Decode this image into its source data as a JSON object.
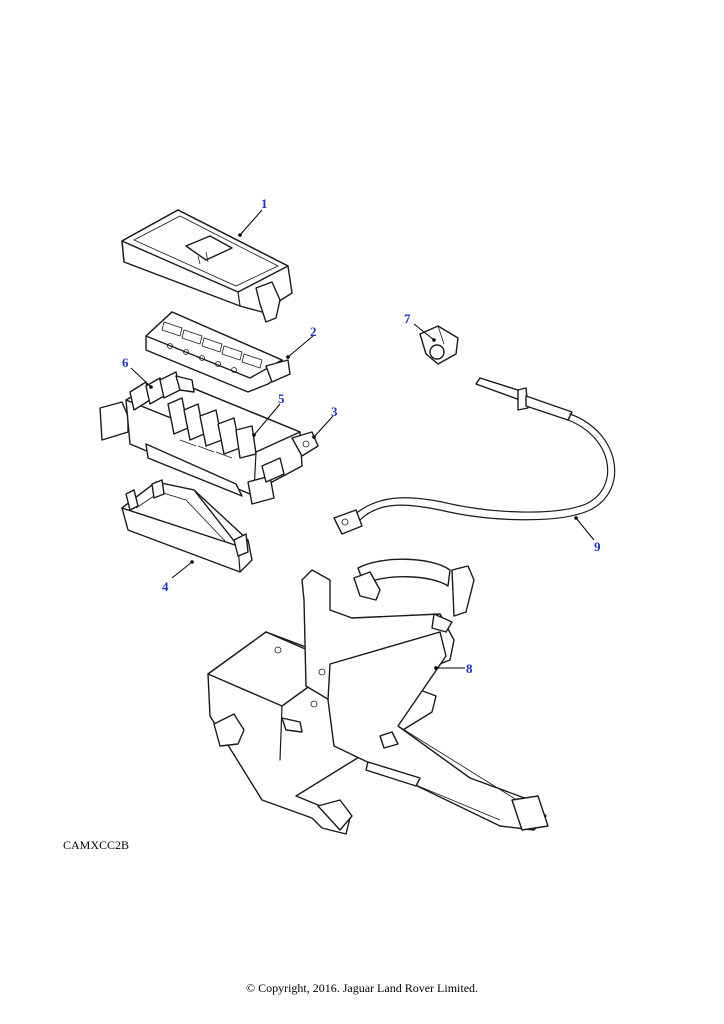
{
  "callouts": [
    "1",
    "2",
    "3",
    "4",
    "5",
    "6",
    "7",
    "8",
    "9"
  ],
  "reference_code": "CAMXCC2B",
  "copyright": "© Copyright, 2016. Jaguar Land Rover Limited.",
  "colors": {
    "callout": "#1a33cc",
    "line": "#1a1a1a",
    "background": "#ffffff"
  }
}
